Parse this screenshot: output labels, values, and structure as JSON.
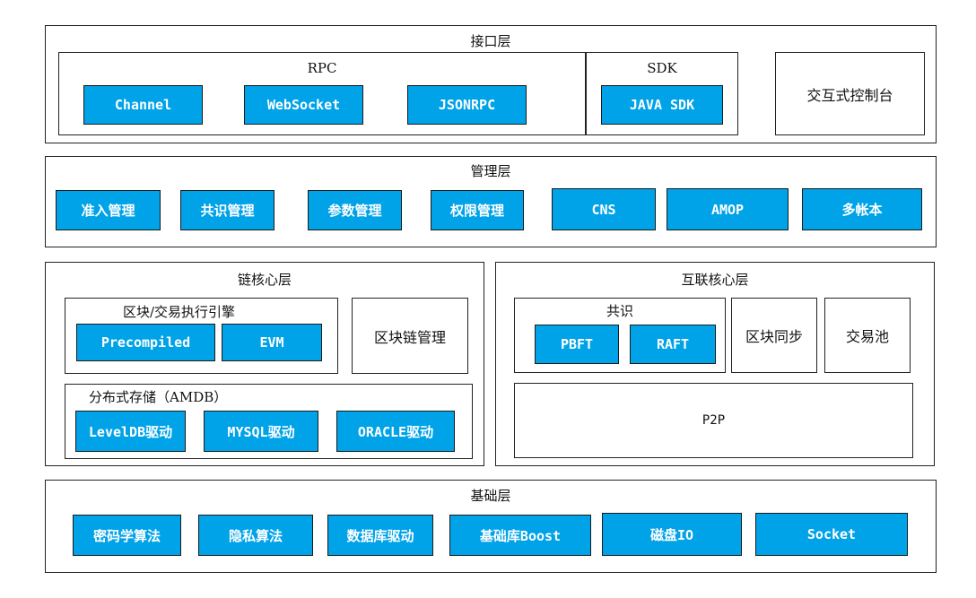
{
  "interface_layer": {
    "title": "接口层",
    "rpc": {
      "title": "RPC",
      "items": [
        "Channel",
        "WebSocket",
        "JSONRPC"
      ]
    },
    "sdk": {
      "title": "SDK",
      "items": [
        "JAVA SDK"
      ]
    },
    "console": "交互式控制台"
  },
  "management_layer": {
    "title": "管理层",
    "items": [
      "准入管理",
      "共识管理",
      "参数管理",
      "权限管理",
      "CNS",
      "AMOP",
      "多帐本"
    ]
  },
  "chain_core_layer": {
    "title": "链核心层",
    "engine": {
      "title": "区块/交易执行引擎",
      "items": [
        "Precompiled",
        "EVM"
      ]
    },
    "chain_management": "区块链管理",
    "storage": {
      "title": "分布式存储（AMDB）",
      "items": [
        "LevelDB驱动",
        "MYSQL驱动",
        "ORACLE驱动"
      ]
    }
  },
  "network_core_layer": {
    "title": "互联核心层",
    "consensus": {
      "title": "共识",
      "items": [
        "PBFT",
        "RAFT"
      ]
    },
    "block_sync": "区块同步",
    "tx_pool": "交易池",
    "p2p": "P2P"
  },
  "base_layer": {
    "title": "基础层",
    "items": [
      "密码学算法",
      "隐私算法",
      "数据库驱动",
      "基础库Boost",
      "磁盘IO",
      "Socket"
    ]
  }
}
